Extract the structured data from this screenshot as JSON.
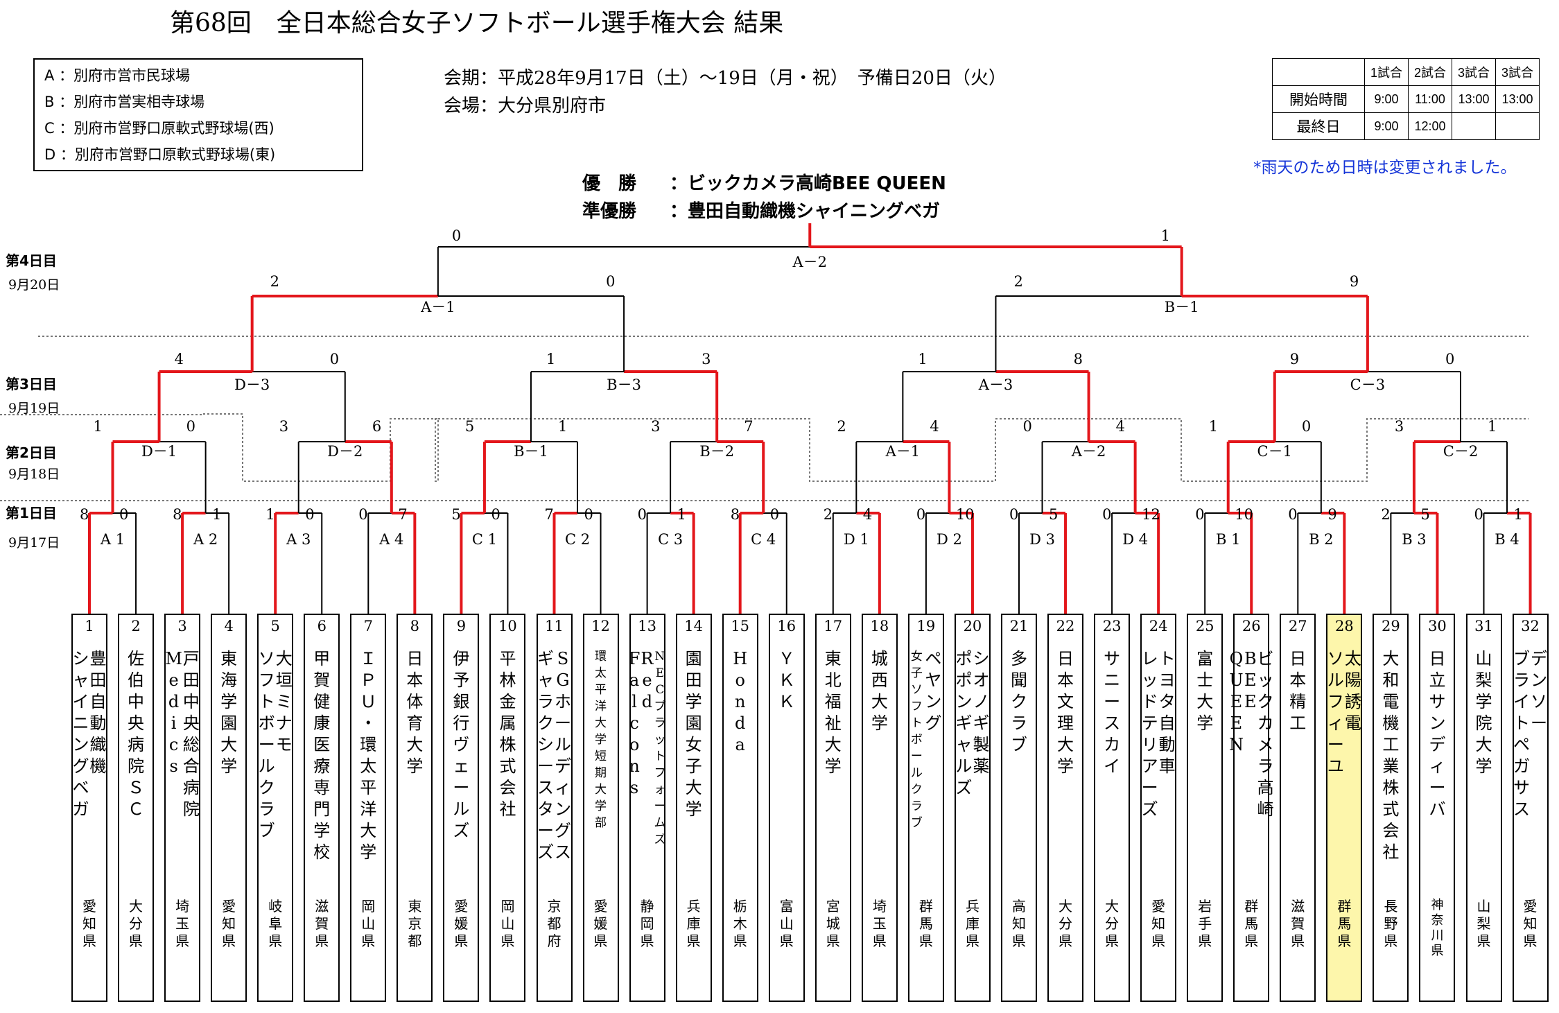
{
  "title": "第68回　全日本総合女子ソフトボール選手権大会 結果",
  "venues": [
    "A ：別府市営市民球場",
    "B ：別府市営実相寺球場",
    "C ：別府市営野口原軟式野球場(西)",
    "D ：別府市営野口原軟式野球場(東)"
  ],
  "period": "会期：平成28年9月17日（土）～19日（月・祝）　予備日20日（火）",
  "place": "会場：大分県別府市",
  "schedule": {
    "headers": [
      "",
      "1試合",
      "2試合",
      "3試合",
      "3試合"
    ],
    "rows": [
      [
        "開始時間",
        "9:00",
        "11:00",
        "13:00",
        "13:00"
      ],
      [
        "最終日",
        "9:00",
        "12:00",
        "",
        ""
      ]
    ]
  },
  "note": "*雨天のため日時は変更されました。",
  "champion": {
    "label": "優　勝",
    "team": "：ビックカメラ高崎BEE QUEEN"
  },
  "runner_up": {
    "label": "準優勝",
    "team": "：豊田自動織機シャイニングベガ"
  },
  "days": [
    {
      "day": "第4日目",
      "date": "9月20日"
    },
    {
      "day": "第3日目",
      "date": "9月19日"
    },
    {
      "day": "第2日目",
      "date": "9月18日"
    },
    {
      "day": "第1日目",
      "date": "9月17日"
    }
  ],
  "teams": [
    {
      "n": "1",
      "name": "豊田自動織機 シャイニングベガ",
      "pref": "愛知県"
    },
    {
      "n": "2",
      "name": "佐伯中央病院ＳＣ",
      "pref": "大分県"
    },
    {
      "n": "3",
      "name": "戸田中央総合病院 Medics",
      "pref": "埼玉県"
    },
    {
      "n": "4",
      "name": "東海学園大学",
      "pref": "愛知県"
    },
    {
      "n": "5",
      "name": "大垣ミナモ ソフトボールクラブ",
      "pref": "岐阜県"
    },
    {
      "n": "6",
      "name": "甲賀健康医療専門学校",
      "pref": "滋賀県"
    },
    {
      "n": "7",
      "name": "ＩＰＵ・環太平洋大学",
      "pref": "岡山県"
    },
    {
      "n": "8",
      "name": "日本体育大学",
      "pref": "東京都"
    },
    {
      "n": "9",
      "name": "伊予銀行ヴェールズ",
      "pref": "愛媛県"
    },
    {
      "n": "10",
      "name": "平林金属株式会社",
      "pref": "岡山県"
    },
    {
      "n": "11",
      "name": "SGホールディングス ギャラクシースターズ",
      "pref": "京都府"
    },
    {
      "n": "12",
      "name": "環太平洋大学短期大学部",
      "pref": "愛媛県"
    },
    {
      "n": "13",
      "name": "NECプラットフォームズ Red Falcons",
      "pref": "静岡県"
    },
    {
      "n": "14",
      "name": "園田学園女子大学",
      "pref": "兵庫県"
    },
    {
      "n": "15",
      "name": "Honda",
      "pref": "栃木県"
    },
    {
      "n": "16",
      "name": "ＹＫＫ",
      "pref": "富山県"
    },
    {
      "n": "17",
      "name": "東北福祉大学",
      "pref": "宮城県"
    },
    {
      "n": "18",
      "name": "城西大学",
      "pref": "埼玉県"
    },
    {
      "n": "19",
      "name": "ペヤング 女子ソフトボールクラブ",
      "pref": "群馬県"
    },
    {
      "n": "20",
      "name": "シオノギ製薬 ポポンギャルズ",
      "pref": "兵庫県"
    },
    {
      "n": "21",
      "name": "多聞クラブ",
      "pref": "高知県"
    },
    {
      "n": "22",
      "name": "日本文理大学",
      "pref": "大分県"
    },
    {
      "n": "23",
      "name": "サニースカイ",
      "pref": "大分県"
    },
    {
      "n": "24",
      "name": "トヨタ自動車 レッドテリアーズ",
      "pref": "愛知県"
    },
    {
      "n": "25",
      "name": "富士大学",
      "pref": "岩手県"
    },
    {
      "n": "26",
      "name": "ビックカメラ高崎 BEE QUEEN",
      "pref": "群馬県"
    },
    {
      "n": "27",
      "name": "日本精工",
      "pref": "滋賀県"
    },
    {
      "n": "28",
      "name": "太陽誘電 ソルフィーユ",
      "pref": "群馬県"
    },
    {
      "n": "29",
      "name": "大和電機工業株式会社",
      "pref": "長野県"
    },
    {
      "n": "30",
      "name": "日立サンディーバ",
      "pref": "神奈川県"
    },
    {
      "n": "31",
      "name": "山梨学院大学",
      "pref": "山梨県"
    },
    {
      "n": "32",
      "name": "デンソー ブライトペガサス",
      "pref": "愛知県"
    }
  ],
  "round1": [
    {
      "label": "A1",
      "l": "8",
      "r": "0"
    },
    {
      "label": "A2",
      "l": "8",
      "r": "1"
    },
    {
      "label": "A3",
      "l": "1",
      "r": "0"
    },
    {
      "label": "A4",
      "l": "0",
      "r": "7"
    },
    {
      "label": "C1",
      "l": "5",
      "r": "0"
    },
    {
      "label": "C2",
      "l": "7",
      "r": "0"
    },
    {
      "label": "C3",
      "l": "0",
      "r": "1"
    },
    {
      "label": "C4",
      "l": "8",
      "r": "0"
    },
    {
      "label": "D1",
      "l": "2",
      "r": "4"
    },
    {
      "label": "D2",
      "l": "0",
      "r": "10"
    },
    {
      "label": "D3",
      "l": "0",
      "r": "5"
    },
    {
      "label": "D4",
      "l": "0",
      "r": "12"
    },
    {
      "label": "B1",
      "l": "0",
      "r": "10"
    },
    {
      "label": "B2",
      "l": "0",
      "r": "9"
    },
    {
      "label": "B3",
      "l": "2",
      "r": "5"
    },
    {
      "label": "B4",
      "l": "0",
      "r": "1"
    }
  ],
  "round2": [
    {
      "label": "D－1",
      "l": "1",
      "r": "0"
    },
    {
      "label": "D－2",
      "l": "3",
      "r": "6"
    },
    {
      "label": "B－1",
      "l": "5",
      "r": "1"
    },
    {
      "label": "B－2",
      "l": "3",
      "r": "7"
    },
    {
      "label": "A－1",
      "l": "2",
      "r": "4"
    },
    {
      "label": "A－2",
      "l": "0",
      "r": "4"
    },
    {
      "label": "C－1",
      "l": "1",
      "r": "0"
    },
    {
      "label": "C－2",
      "l": "3",
      "r": "1"
    }
  ],
  "round3": [
    {
      "label": "D－3",
      "l": "4",
      "r": "0"
    },
    {
      "label": "B－3",
      "l": "1",
      "r": "3"
    },
    {
      "label": "A－3",
      "l": "1",
      "r": "8"
    },
    {
      "label": "C－3",
      "l": "9",
      "r": "0"
    }
  ],
  "semis": [
    {
      "label": "A－1",
      "l": "2",
      "r": "0"
    },
    {
      "label": "B－1",
      "l": "2",
      "r": "9"
    }
  ],
  "final": {
    "label": "A－2",
    "l": "0",
    "r": "1"
  }
}
